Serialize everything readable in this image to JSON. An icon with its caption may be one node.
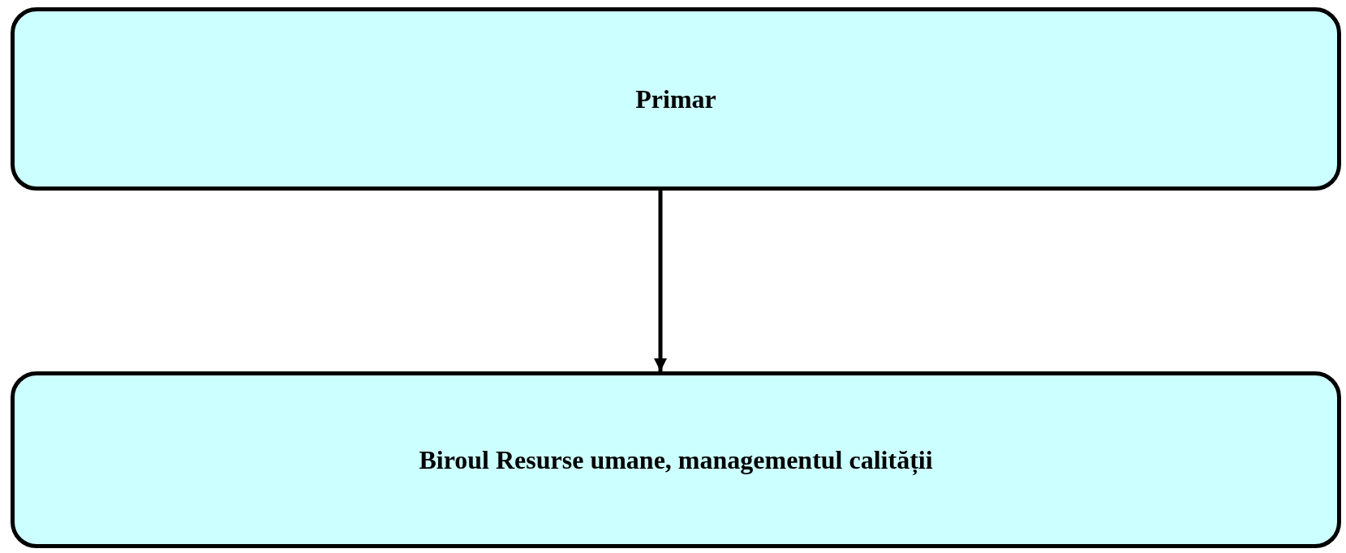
{
  "diagram": {
    "nodes": [
      {
        "text": [
          "Primar"
        ]
      },
      {
        "text": [
          "Biroul Resurse umane, managementul calității"
        ]
      }
    ],
    "edges": [
      {
        "from": 0,
        "to": 1,
        "arrow": "to"
      }
    ]
  }
}
